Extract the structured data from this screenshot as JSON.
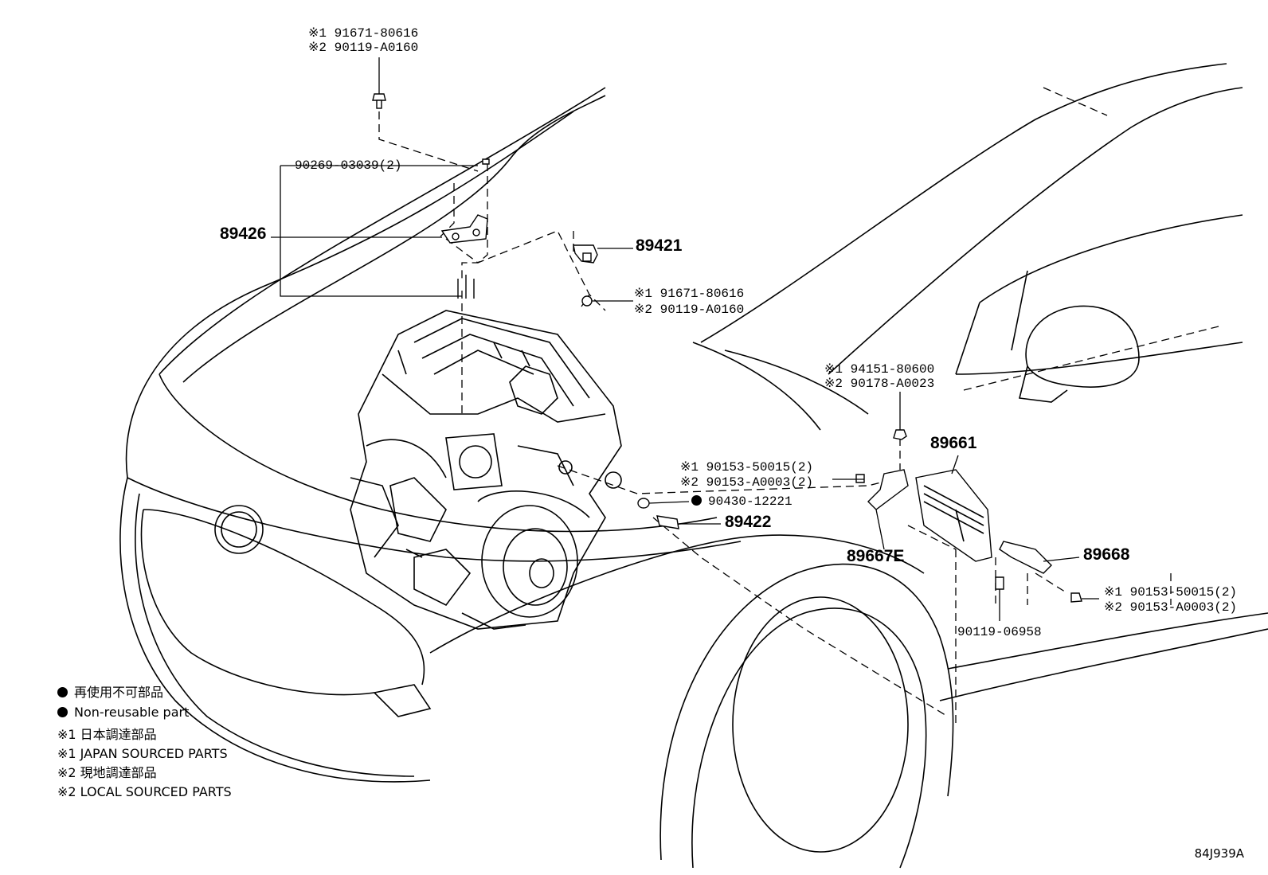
{
  "callouts": {
    "top_bolt_1": "※1 91671-80616",
    "top_bolt_2": "※2 90119-A0160",
    "screw_89426": "90269-03039(2)",
    "p89426": "89426",
    "p89421": "89421",
    "bolt_89421_1": "※1 91671-80616",
    "bolt_89421_2": "※2 90119-A0160",
    "nut_ecu_1": "※1 94151-80600",
    "nut_ecu_2": "※2 90178-A0023",
    "p89661": "89661",
    "bolt_mid_1": "※1 90153-50015(2)",
    "bolt_mid_2": "※2 90153-A0003(2)",
    "gasket": "90430-12221",
    "p89422": "89422",
    "p89667E": "89667E",
    "p89668": "89668",
    "bolt_right_1": "※1 90153-50015(2)",
    "bolt_right_2": "※2 90153-A0003(2)",
    "screw_bottom": "90119-06958"
  },
  "legend": {
    "nonreusable_ja": "再使用不可部品",
    "nonreusable_en": "Non-reusable part",
    "japan_ja": "※1 日本調達部品",
    "japan_en": "※1 JAPAN SOURCED PARTS",
    "local_ja": "※2 現地調達部品",
    "local_en": "※2 LOCAL SOURCED PARTS"
  },
  "figure_code": "84J939A"
}
